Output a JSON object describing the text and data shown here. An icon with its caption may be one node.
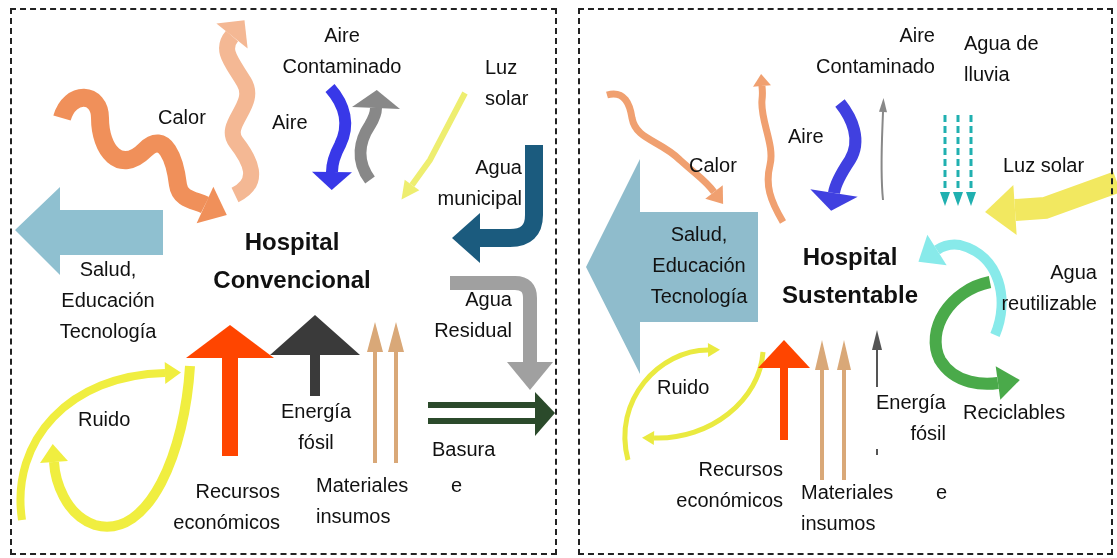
{
  "diagram": {
    "nodes": [
      {
        "text": [],
        "shape": "box"
      },
      {
        "text": [],
        "shape": "box"
      },
      {
        "text": [
          "Salud, Educación Tecnología"
        ],
        "in": 1
      }
    ],
    "labels": [
      "Aire Contaminado",
      "Luz solar",
      "Calor",
      "Aire",
      "Agua municipal",
      "Hospital Convencional",
      "Salud, Educación Tecnología",
      "Agua Residual",
      "Ruido",
      "Energía fósil",
      "Basura",
      "Recursos económicos",
      "Materiales e insumos",
      "Aire Contaminado",
      "Agua de lluvia",
      "Aire",
      "Calor",
      "Luz solar",
      "Hospital Sustentable",
      "Agua reutilizable",
      "Ruido",
      "Reciclables",
      "Energía fósil",
      "Recursos económicos",
      "Materiales e insumos"
    ]
  }
}
